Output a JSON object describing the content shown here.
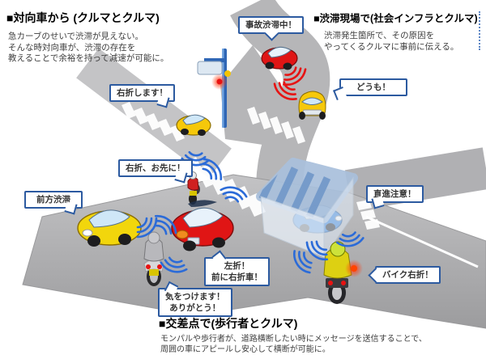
{
  "colors": {
    "callout_border": "#2c5aa0",
    "road_gray": "#b2b2b4",
    "wave_blue": "#2b6bd8",
    "wave_red": "#e61414",
    "building_roof": "#a9c0dc"
  },
  "sections": {
    "oncoming": {
      "title": "■対向車から (クルマとクルマ)",
      "body": [
        "急カーブのせいで渋滞が見えない。",
        "そんな時対向車が、渋滞の存在を",
        "教えることで余裕を持って減速が可能に。"
      ]
    },
    "jam_site": {
      "title": "■渋滞現場で(社会インフラとクルマ)",
      "body": [
        "渋滞発生箇所で、その原因を",
        "やってくるクルマに事前に伝える。"
      ]
    },
    "crossing": {
      "title": "■交差点で(歩行者とクルマ)",
      "body": [
        "モンパルや歩行者が、道路横断したい時にメッセージを送信することで、",
        "周囲の車にアピールし安心して横断が可能に。"
      ]
    }
  },
  "callouts": {
    "accident": "事故渋滞中！",
    "turn_right": "右折します！",
    "thanks": "どうも！",
    "after_you": "右折、お先に！",
    "jam_ahead": "前方渋滞",
    "straight_caution": "直進注意！",
    "left_turn_1": "左折！",
    "left_turn_2": "前に右折車！",
    "bike_right": "バイク右折！",
    "careful_1": "気をつけます！",
    "careful_2": "ありがとう！"
  }
}
